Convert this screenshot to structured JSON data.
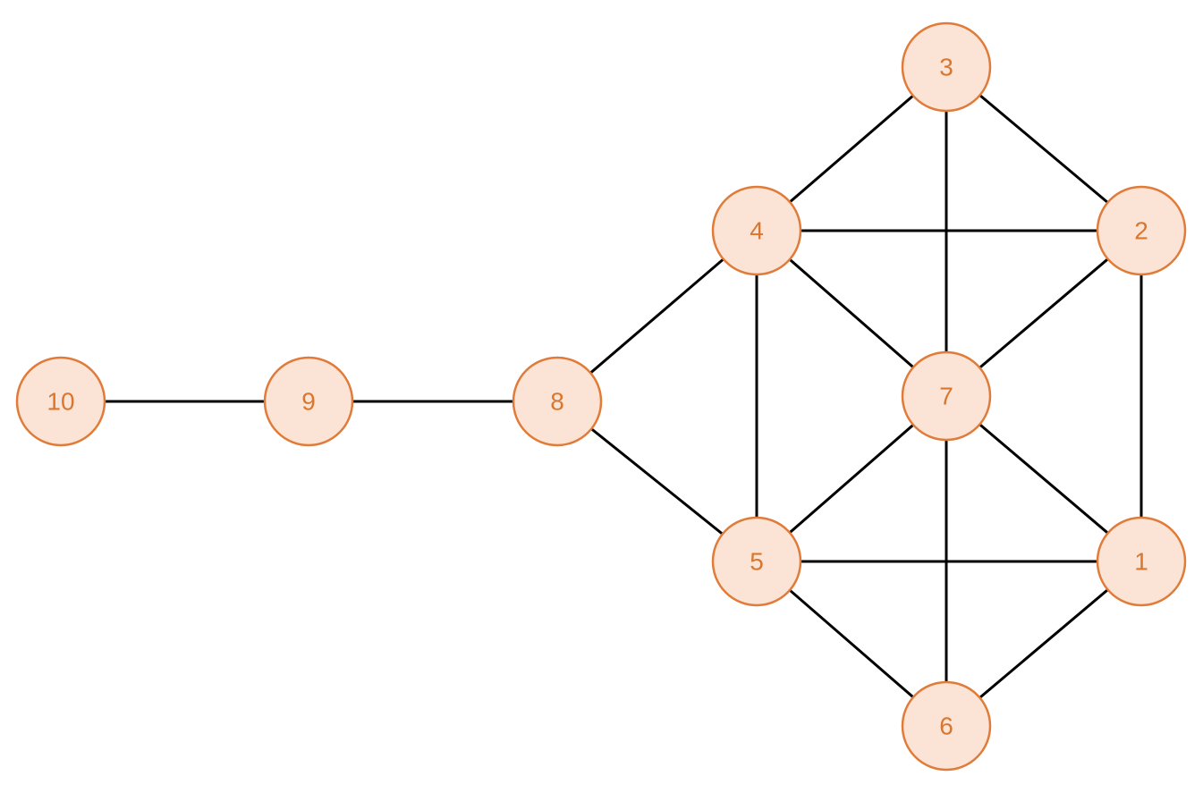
{
  "colors": {
    "node_fill": "#fbe4d5",
    "node_stroke": "#e07b39",
    "label_color": "#d9762f",
    "edge_color": "#000000"
  },
  "nodes": [
    {
      "id": "1",
      "label": "1"
    },
    {
      "id": "2",
      "label": "2"
    },
    {
      "id": "3",
      "label": "3"
    },
    {
      "id": "4",
      "label": "4"
    },
    {
      "id": "5",
      "label": "5"
    },
    {
      "id": "6",
      "label": "6"
    },
    {
      "id": "7",
      "label": "7"
    },
    {
      "id": "8",
      "label": "8"
    },
    {
      "id": "9",
      "label": "9"
    },
    {
      "id": "10",
      "label": "10"
    }
  ],
  "edges": [
    [
      "10",
      "9"
    ],
    [
      "9",
      "8"
    ],
    [
      "8",
      "4"
    ],
    [
      "8",
      "5"
    ],
    [
      "4",
      "3"
    ],
    [
      "3",
      "2"
    ],
    [
      "3",
      "7"
    ],
    [
      "4",
      "2"
    ],
    [
      "4",
      "5"
    ],
    [
      "4",
      "7"
    ],
    [
      "2",
      "7"
    ],
    [
      "2",
      "1"
    ],
    [
      "7",
      "5"
    ],
    [
      "7",
      "1"
    ],
    [
      "7",
      "6"
    ],
    [
      "5",
      "1"
    ],
    [
      "5",
      "6"
    ],
    [
      "1",
      "6"
    ]
  ]
}
